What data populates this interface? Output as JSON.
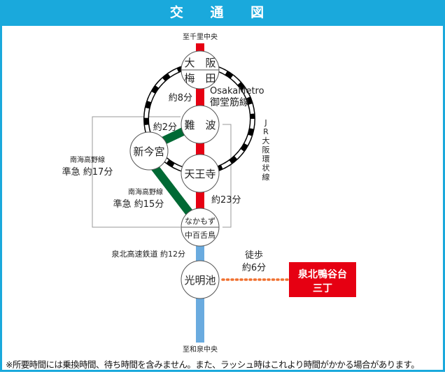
{
  "title": "交 通 図",
  "colors": {
    "header": "#1aa9dc",
    "midosuji": "#e60012",
    "nankai": "#006934",
    "semboku": "#6aabdf",
    "walk": "#f07030",
    "destination": "#e60012"
  },
  "directions": {
    "north": "至千里中央",
    "south": "至和泉中央"
  },
  "stations": {
    "umeda": [
      "大　阪",
      "梅　田"
    ],
    "namba": "難　波",
    "shinimamiya": "新今宮",
    "tennoji": "天王寺",
    "nakamozu": [
      "なかもず",
      "中百舌鳥"
    ],
    "komyoike": "光明池"
  },
  "lines": {
    "midosuji": [
      "OsakaMetro",
      "御堂筋線"
    ],
    "jr_loop": [
      "J",
      "R",
      "大",
      "阪",
      "環",
      "状",
      "線"
    ],
    "nankai_1": [
      "南海高野線",
      "準急 約17分"
    ],
    "nankai_2": [
      "南海高野線",
      "準急 約15分"
    ],
    "semboku": "泉北高速鉄道 約12分"
  },
  "times": {
    "umeda_namba": "約8分",
    "namba_shinimamiya": "約2分",
    "tennoji_nakamozu": "約23分",
    "walk": [
      "徒歩",
      "約6分"
    ]
  },
  "destination": [
    "泉北鴨谷台",
    "三丁"
  ],
  "note": "※所要時間には乗換時間、待ち時間を含みません。また、ラッシュ時はこれより時間がかかる場合があります。"
}
